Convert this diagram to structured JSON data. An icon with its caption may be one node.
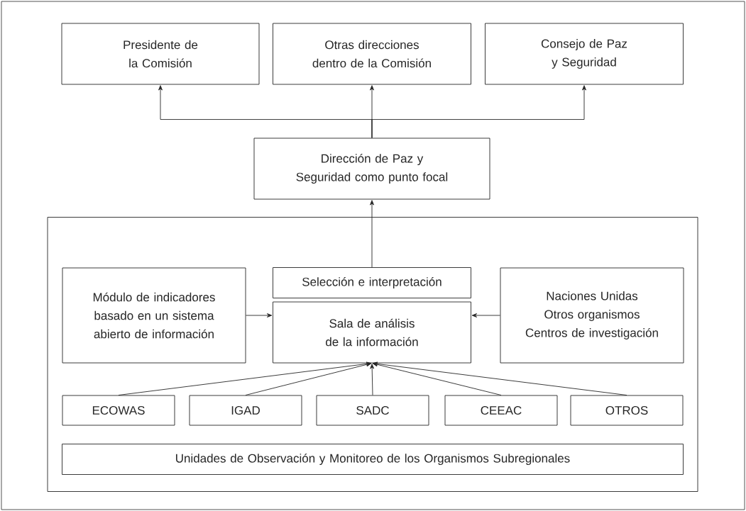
{
  "diagram": {
    "nodes": [
      {
        "text": [
          "Presidente de la Comisión"
        ]
      },
      {
        "text": [
          "Otras direcciones dentro de la Comisión"
        ]
      },
      {
        "text": [
          "Consejo de Paz y Seguridad"
        ]
      },
      {
        "text": [
          "Dirección de Paz y Seguridad como punto focal"
        ]
      },
      {
        "text": [],
        "shape": "box"
      },
      {
        "text": [
          "Módulo de indicadores basado en un sistema abierto de información"
        ],
        "in": 4
      },
      {
        "text": [
          "Selección e interpretación"
        ],
        "in": 4
      },
      {
        "text": [
          "Sala de análisis de la información"
        ],
        "in": 4
      },
      {
        "text": [
          "Naciones Unidas",
          "Otros organismos",
          "Centros de investigación"
        ],
        "in": 4
      },
      {
        "text": [
          "ECOWAS"
        ],
        "in": 4
      },
      {
        "text": [
          "IGAD"
        ],
        "in": 4
      },
      {
        "text": [
          "SADC"
        ],
        "in": 4
      },
      {
        "text": [
          "CEEAC"
        ],
        "in": 4
      },
      {
        "text": [
          "OTROS"
        ],
        "in": 4
      },
      {
        "text": [
          "Unidades de Observación y Monitoreo de los Organismos Subregionales"
        ],
        "in": 4
      }
    ],
    "edges": [
      {
        "from": 3,
        "to": 0,
        "arrow": "to"
      },
      {
        "from": 3,
        "to": 1,
        "arrow": "to"
      },
      {
        "from": 3,
        "to": 2,
        "arrow": "to"
      },
      {
        "from": 6,
        "to": 3,
        "arrow": "to"
      },
      {
        "from": 5,
        "to": 7,
        "arrow": "to"
      },
      {
        "from": 8,
        "to": 7,
        "arrow": "to"
      },
      {
        "from": 9,
        "to": 7,
        "arrow": "to"
      },
      {
        "from": 10,
        "to": 7,
        "arrow": "to"
      },
      {
        "from": 11,
        "to": 7,
        "arrow": "to"
      },
      {
        "from": 12,
        "to": 7,
        "arrow": "to"
      },
      {
        "from": 13,
        "to": 7,
        "arrow": "to"
      }
    ]
  }
}
